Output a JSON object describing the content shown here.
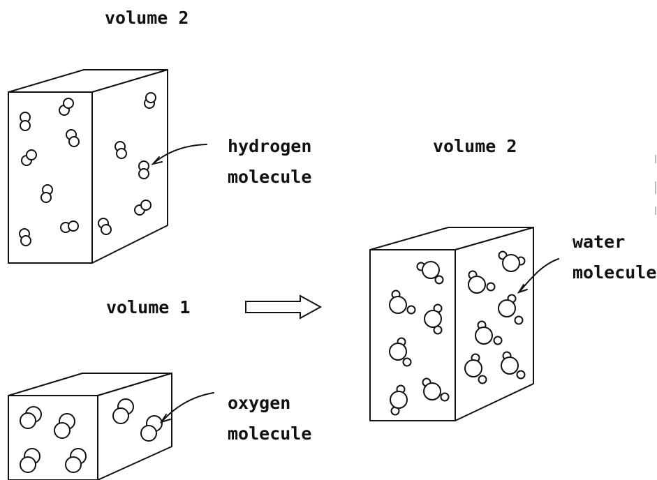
{
  "labels": {
    "top_volume": "volume 2",
    "hydrogen_line1": "hydrogen",
    "hydrogen_line2": "molecule",
    "right_volume": "volume 2",
    "water_line1": "water",
    "water_line2": "molecule",
    "bottom_volume": "volume 1",
    "oxygen_line1": "oxygen",
    "oxygen_line2": "molecule"
  },
  "colors": {
    "ink": "#111111",
    "paper": "#ffffff"
  }
}
